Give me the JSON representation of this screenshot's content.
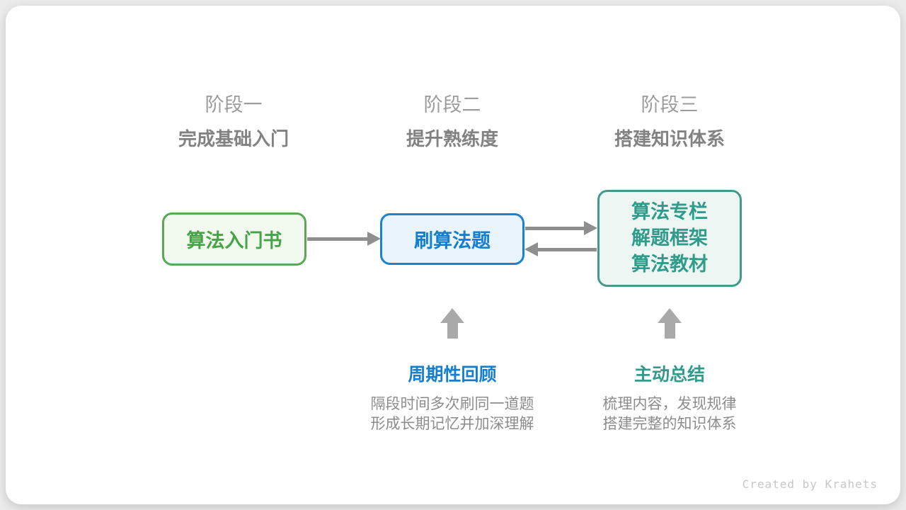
{
  "stages": [
    {
      "label": "阶段一",
      "subtitle": "完成基础入门"
    },
    {
      "label": "阶段二",
      "subtitle": "提升熟练度"
    },
    {
      "label": "阶段三",
      "subtitle": "搭建知识体系"
    }
  ],
  "flow": {
    "node1": {
      "label": "算法入门书"
    },
    "node2": {
      "label": "刷算法题"
    },
    "node3": {
      "lines": [
        "算法专栏",
        "解题框架",
        "算法教材"
      ]
    }
  },
  "annotations": [
    {
      "title": "周期性回顾",
      "lines": [
        "隔段时间多次刷同一道题",
        "形成长期记忆并加深理解"
      ]
    },
    {
      "title": "主动总结",
      "lines": [
        "梳理内容，发现规律",
        "搭建完整的知识体系"
      ]
    }
  ],
  "footer": {
    "credit": "Created by Krahets"
  },
  "colors": {
    "green-border": "#5ba657",
    "green-fill": "#f2f9ee",
    "green-text": "#47a347",
    "blue-border": "#1b82d2",
    "blue-fill": "#e9f4fc",
    "blue-text": "#137fce",
    "teal-border": "#45998b",
    "teal-fill": "#edf6f2",
    "teal-text": "#2f9c8b",
    "arrow-gray": "#8f8f8f",
    "block-arrow-gray": "#a9a9a9",
    "stage-text": "#9c9c9c",
    "subtitle-text": "#828282",
    "desc-text": "#8c8c8c",
    "credit-text": "#c7c7c7",
    "canvas-bg": "#ebebeb",
    "card-bg": "#ffffff"
  }
}
